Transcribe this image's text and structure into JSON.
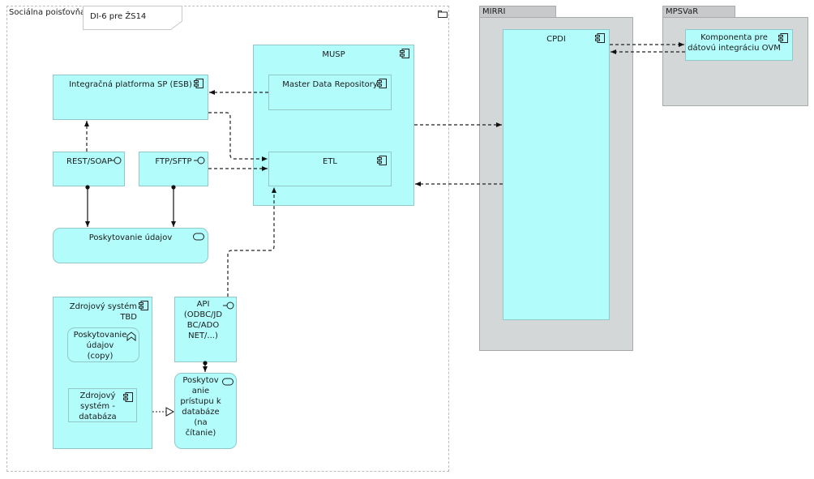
{
  "groups": {
    "socialna": {
      "label": "Sociálna poisťovňa",
      "icon": "folder-icon"
    },
    "note": {
      "text": "DI-6 pre ŽS14"
    },
    "mirri": {
      "label": "MIRRI"
    },
    "mpsvar": {
      "label": "MPSVaR"
    }
  },
  "elements": {
    "esb": {
      "label": "Integračná platforma SP (ESB)",
      "type": "application-component"
    },
    "musp": {
      "label": "MUSP",
      "type": "application-component"
    },
    "mdr": {
      "label": "Master Data Repository",
      "type": "application-component"
    },
    "etl": {
      "label": "ETL",
      "type": "application-component"
    },
    "rest": {
      "label": "REST/SOAP",
      "type": "application-interface"
    },
    "ftp": {
      "label": "FTP/SFTP",
      "type": "application-interface"
    },
    "poskytovanie": {
      "label": "Poskytovanie údajov",
      "type": "application-service"
    },
    "zdroj": {
      "label": "Zdrojový systém TBD",
      "type": "application-component"
    },
    "copy": {
      "label": "Poskytovanie údajov (copy)",
      "type": "application-function"
    },
    "zdrojdb": {
      "label": "Zdrojový systém - databáza",
      "type": "application-component"
    },
    "api": {
      "label": "API (ODBC/JDBC/ADO NET/...)",
      "type": "application-interface"
    },
    "pristup": {
      "label": "Poskytovanie prístupu k databáze (na čítanie)",
      "type": "application-service"
    },
    "cpdi": {
      "label": "CPDI",
      "type": "application-component"
    },
    "komponenta": {
      "label": "Komponenta pre dátovú integráciu OVM",
      "type": "application-component"
    }
  },
  "labels": {
    "api_lines": [
      "API",
      "(ODBC/JD",
      "BC/ADO",
      "NET/...)"
    ],
    "pristup_lines": [
      "Poskytov",
      "anie",
      "prístupu k",
      "databáze",
      "(na",
      "čítanie)"
    ],
    "copy_lines": [
      "Poskytovanie",
      "údajov",
      "(copy)"
    ],
    "zdrojdb_lines": [
      "Zdrojový",
      "systém -",
      "databáza"
    ],
    "komponenta_lines": [
      "Komponenta pre",
      "dátovú integráciu OVM"
    ]
  },
  "relations": [
    {
      "from": "mdr",
      "to": "esb",
      "type": "flow"
    },
    {
      "from": "rest",
      "to": "esb",
      "type": "flow"
    },
    {
      "from": "esb",
      "to": "etl",
      "type": "flow"
    },
    {
      "from": "ftp",
      "to": "etl",
      "type": "flow"
    },
    {
      "from": "api",
      "to": "etl",
      "type": "flow"
    },
    {
      "from": "musp",
      "to": "cpdi",
      "type": "flow"
    },
    {
      "from": "cpdi",
      "to": "musp",
      "type": "flow"
    },
    {
      "from": "cpdi",
      "to": "komponenta",
      "type": "flow"
    },
    {
      "from": "komponenta",
      "to": "cpdi",
      "type": "flow"
    },
    {
      "from": "rest",
      "to": "poskytovanie",
      "type": "assignment"
    },
    {
      "from": "ftp",
      "to": "poskytovanie",
      "type": "assignment"
    },
    {
      "from": "api",
      "to": "pristup",
      "type": "assignment"
    },
    {
      "from": "zdrojdb",
      "to": "pristup",
      "type": "realization"
    }
  ],
  "colors": {
    "application": "#b3fcfc",
    "application_border": "#92c8c8",
    "package": "#d4d7d7",
    "package_tab": "#c7c9ca"
  }
}
